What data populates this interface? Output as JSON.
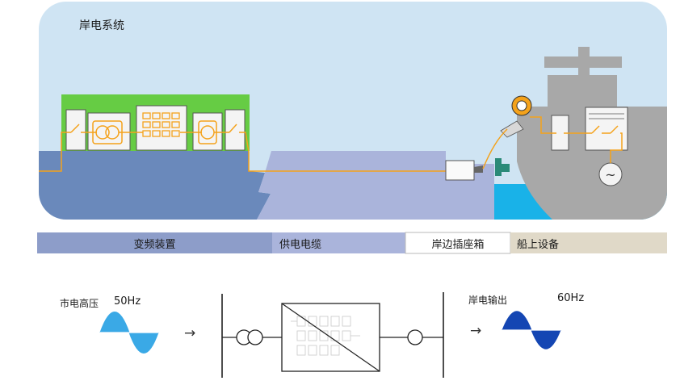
{
  "top_panel": {
    "title": "岸电系统"
  },
  "legend_bar": {
    "segments": [
      {
        "label": "变频装置",
        "color": "#8d9dc9"
      },
      {
        "label": "供电电缆",
        "color": "#aab4db"
      },
      {
        "label": "岸边插座箱",
        "color": "#ffffff"
      },
      {
        "label": "船上设备",
        "color": "#e0d9c8"
      }
    ]
  },
  "bottom_diagram": {
    "input_label": "市电高压",
    "input_freq": "50Hz",
    "output_label": "岸电输出",
    "output_freq": "60Hz",
    "arrow_glyph": "→"
  },
  "colors": {
    "sky": "#cfe4f3",
    "land": "#6a89bb",
    "platform": "#aab4db",
    "sea": "#19b2e8",
    "ship": "#a8a8a8",
    "cable": "#f4a21b",
    "container": "#66cc44",
    "wave_input": "#3aa9e6",
    "wave_output": "#1446b3"
  }
}
